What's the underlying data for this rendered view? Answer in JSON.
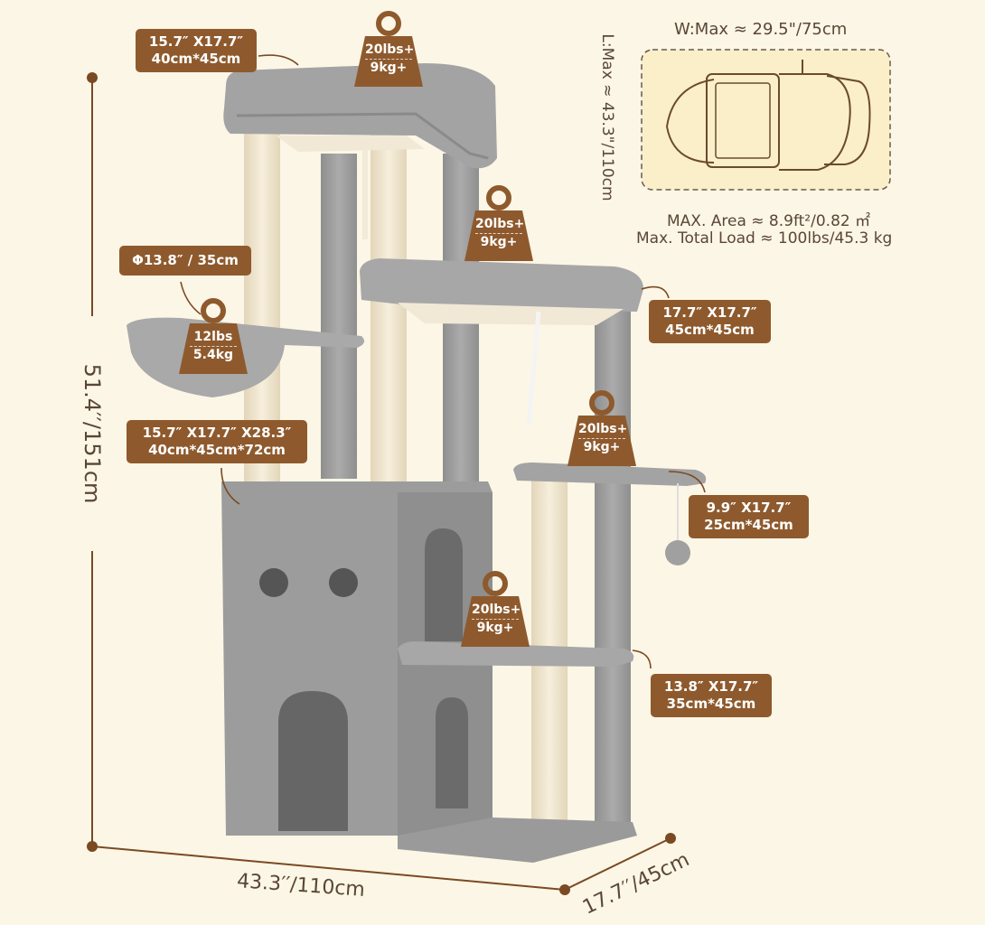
{
  "labels": {
    "top_perch": {
      "line1": "15.7″ X17.7″",
      "line2": "40cm*45cm"
    },
    "hammock": {
      "line1": "Φ13.8″ / 35cm"
    },
    "condo": {
      "line1": "15.7″ X17.7″ X28.3″",
      "line2": "40cm*45cm*72cm"
    },
    "mid_perch": {
      "line1": "17.7″ X17.7″",
      "line2": "45cm*45cm"
    },
    "small_platform": {
      "line1": "9.9″ X17.7″",
      "line2": "25cm*45cm"
    },
    "bottom_platform": {
      "line1": "13.8″ X17.7″",
      "line2": "35cm*45cm"
    }
  },
  "weights": {
    "top": {
      "line1": "20lbs+",
      "line2": "9kg+"
    },
    "mid": {
      "line1": "20lbs+",
      "line2": "9kg+"
    },
    "hammock": {
      "line1": "12lbs",
      "line2": "5.4kg"
    },
    "small_platform": {
      "line1": "20lbs+",
      "line2": "9kg+"
    },
    "bottom_platform": {
      "line1": "20lbs+",
      "line2": "9kg+"
    }
  },
  "dimensions": {
    "height": "51.4′′/151cm",
    "width": "43.3′′/110cm",
    "depth": "17.7′′/45cm"
  },
  "footprint": {
    "width_label": "W:Max ≈ 29.5\"/75cm",
    "length_label": "L:Max ≈ 43.3\"/110cm",
    "area": "MAX. Area ≈ 8.9ft²/0.82 ㎡",
    "total_load": "Max. Total Load ≈  100lbs/45.3 kg"
  },
  "colors": {
    "background": "#fcf6e6",
    "label_brown": "#8e5a2d",
    "plush_gray": "#9d9d9d",
    "sisal": "#f0e6cf",
    "dimension_line": "#7a4a22"
  }
}
